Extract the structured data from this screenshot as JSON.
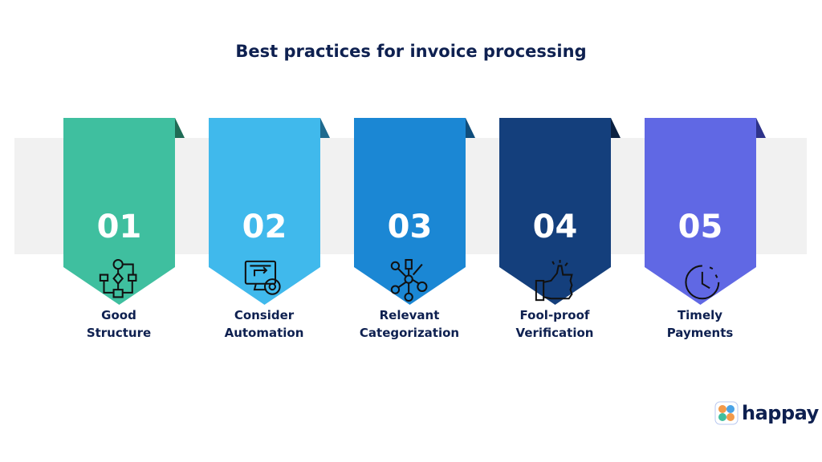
{
  "title": "Best practices for invoice processing",
  "steps": [
    {
      "number": "01",
      "line1": "Good",
      "line2": "Structure",
      "icon": "flowchart-icon",
      "color": "#3fbf9f",
      "fold": "#1f6b55"
    },
    {
      "number": "02",
      "line1": "Consider",
      "line2": "Automation",
      "icon": "monitor-gear-icon",
      "color": "#40b9ec",
      "fold": "#1f6a8e"
    },
    {
      "number": "03",
      "line1": "Relevant",
      "line2": "Categorization",
      "icon": "network-icon",
      "color": "#1b87d4",
      "fold": "#0f4d7c"
    },
    {
      "number": "04",
      "line1": "Fool-proof",
      "line2": "Verification",
      "icon": "thumbs-up-icon",
      "color": "#143f7c",
      "fold": "#0a2040"
    },
    {
      "number": "05",
      "line1": "Timely",
      "line2": "Payments",
      "icon": "clock-icon",
      "color": "#6068e4",
      "fold": "#2e338a"
    }
  ],
  "brand": {
    "name": "happay"
  }
}
